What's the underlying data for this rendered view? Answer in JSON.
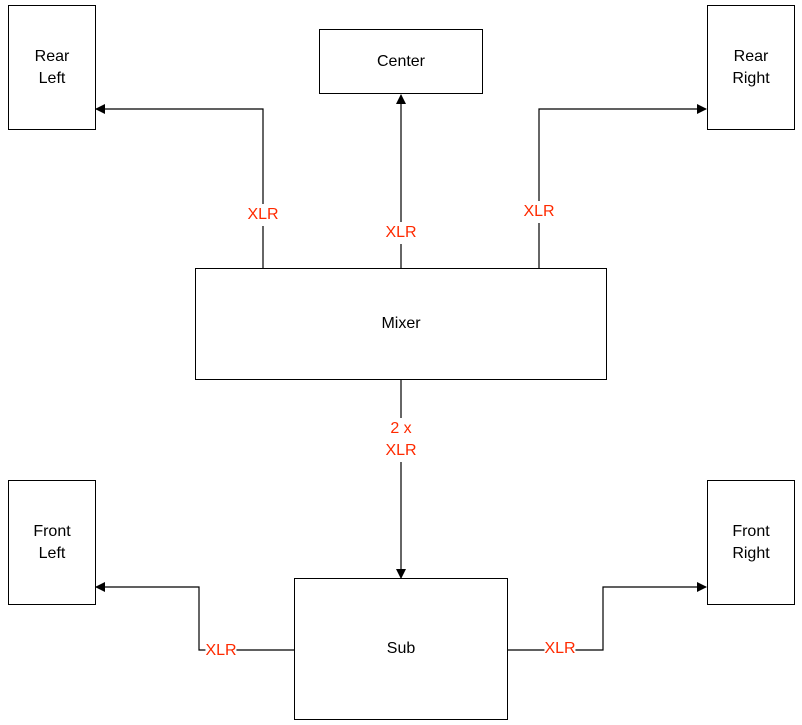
{
  "colors": {
    "line": "#000000",
    "label": "#ff2a00"
  },
  "nodes": {
    "rear_left": "Rear\nLeft",
    "center": "Center",
    "rear_right": "Rear\nRight",
    "mixer": "Mixer",
    "front_left": "Front\nLeft",
    "sub": "Sub",
    "front_right": "Front\nRight"
  },
  "connections": {
    "mixer_to_rear_left": "XLR",
    "mixer_to_center": "XLR",
    "mixer_to_rear_right": "XLR",
    "mixer_to_sub": "2 x\nXLR",
    "sub_to_front_left": "XLR",
    "sub_to_front_right": "XLR"
  }
}
